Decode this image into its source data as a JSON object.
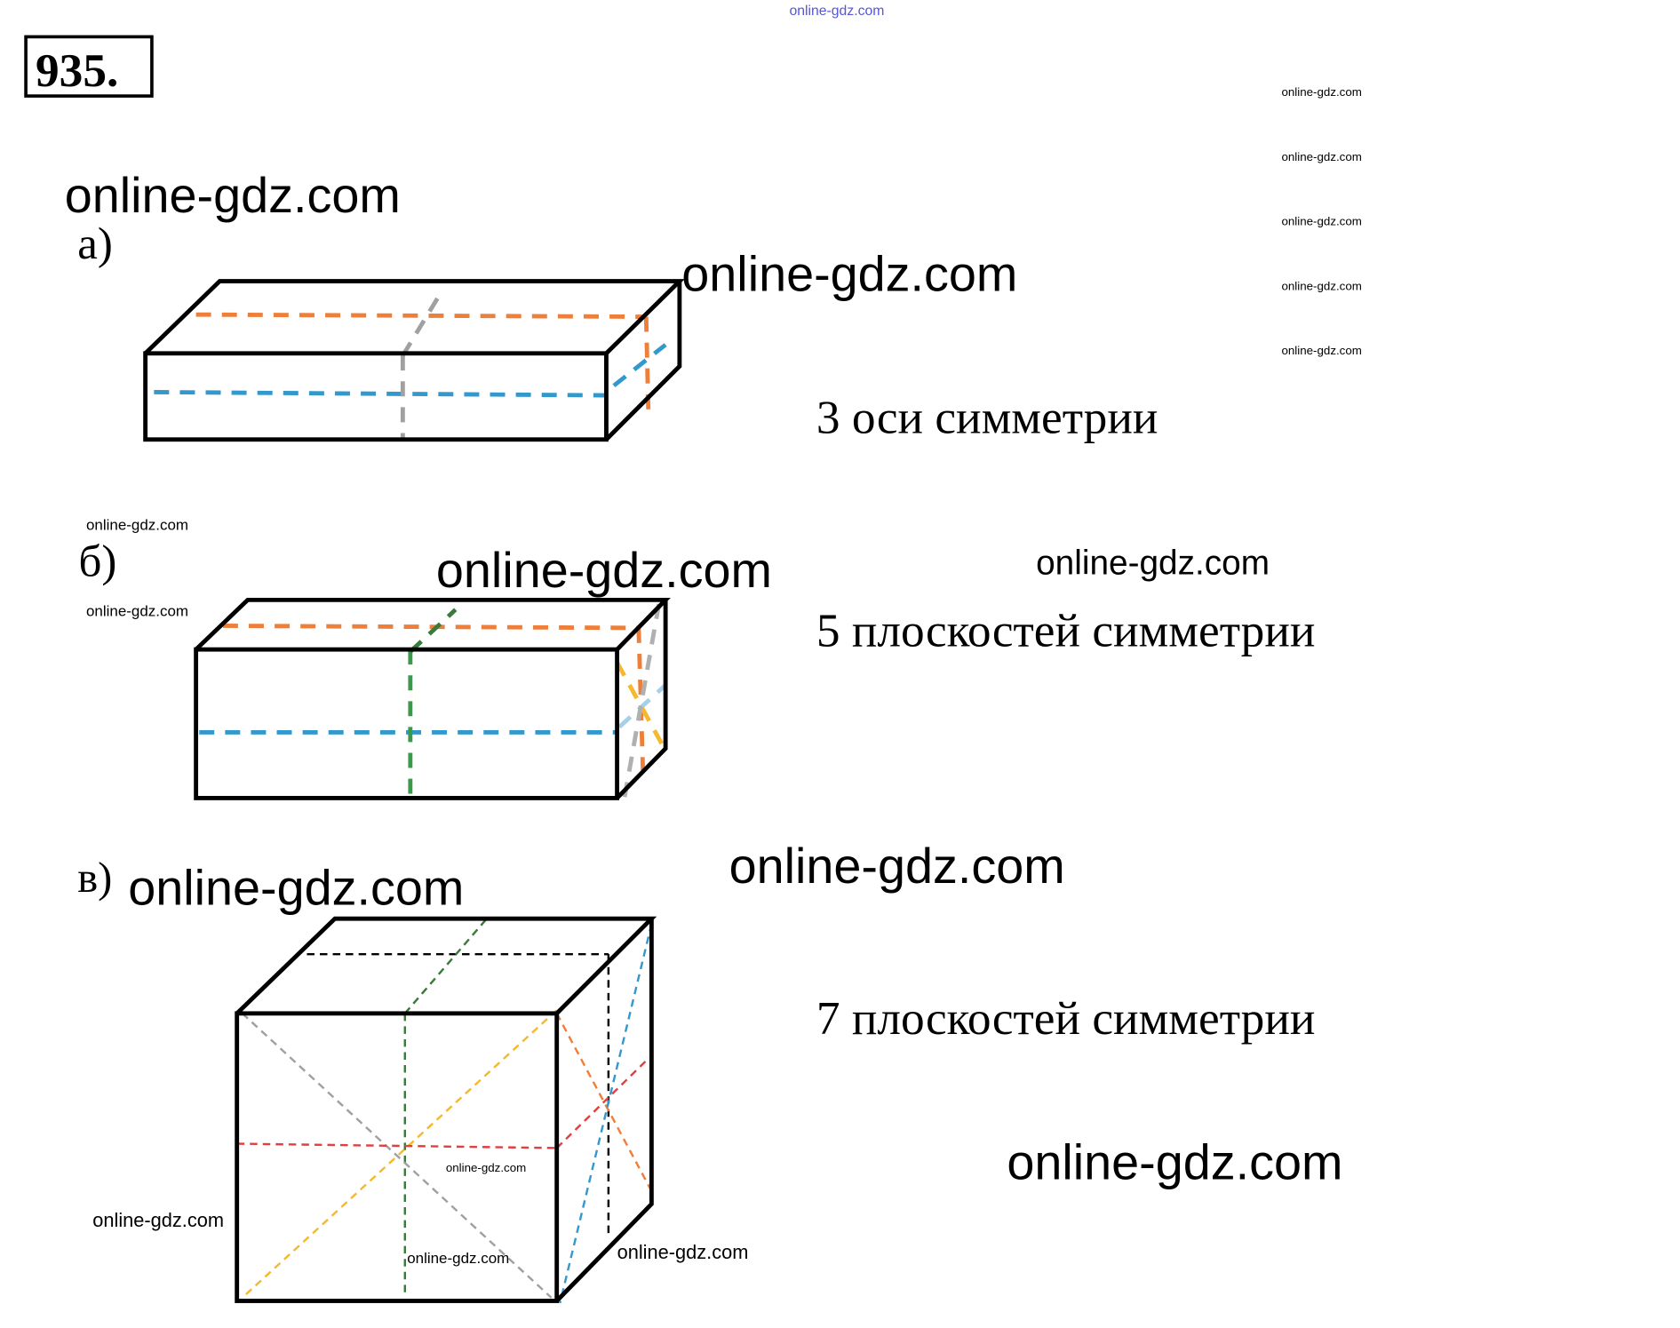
{
  "problem_number": "935.",
  "parts": [
    {
      "label": "а)",
      "answer": "3 оси симметрии"
    },
    {
      "label": "б)",
      "answer": "5 плоскостей симметрии"
    },
    {
      "label": "в)",
      "answer": "7 плоскостей симметрии"
    }
  ],
  "watermark": "online-gdz.com",
  "colors": {
    "orange": "#ee7f3a",
    "blue": "#3399cc",
    "gray": "#a0a0a0",
    "green": "#3a9a4a",
    "yellow": "#f5b82e",
    "red": "#e04040",
    "lightblue": "#a8cfe8"
  }
}
